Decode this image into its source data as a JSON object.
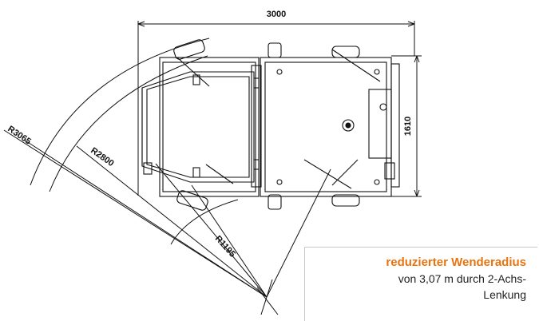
{
  "dimensions": {
    "length": "3000",
    "width": "1610",
    "radius_outer": "R3065",
    "radius_mid": "R2800",
    "radius_inner": "R1195"
  },
  "info_box": {
    "headline": "reduzierter Wenderadius",
    "line1": "von 3,07 m durch 2-Achs-",
    "line2": "Lenkung"
  },
  "colors": {
    "accent": "#e8740f",
    "line": "#111111"
  }
}
